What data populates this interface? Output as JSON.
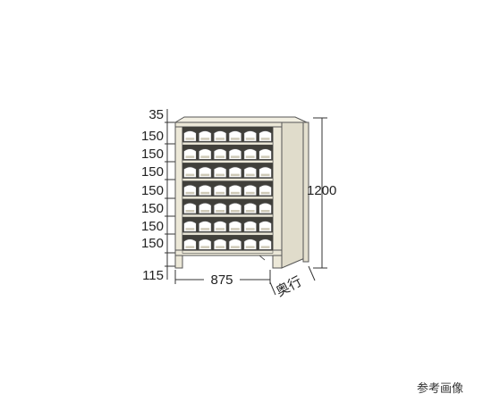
{
  "diagram": {
    "shelf_heights": [
      "35",
      "150",
      "150",
      "150",
      "150",
      "150",
      "150",
      "150"
    ],
    "base_height": "115",
    "width_label": "875",
    "height_label": "1200",
    "depth_label": "奥行",
    "caption": "参考画像",
    "bin_columns": 6,
    "bin_rows": 7,
    "colors": {
      "frame": "#ece8d8",
      "frame_shade": "#d9d4c0",
      "outline": "#555555",
      "bin_face": "#ffffff",
      "shelf_back": "#403f3a"
    }
  }
}
